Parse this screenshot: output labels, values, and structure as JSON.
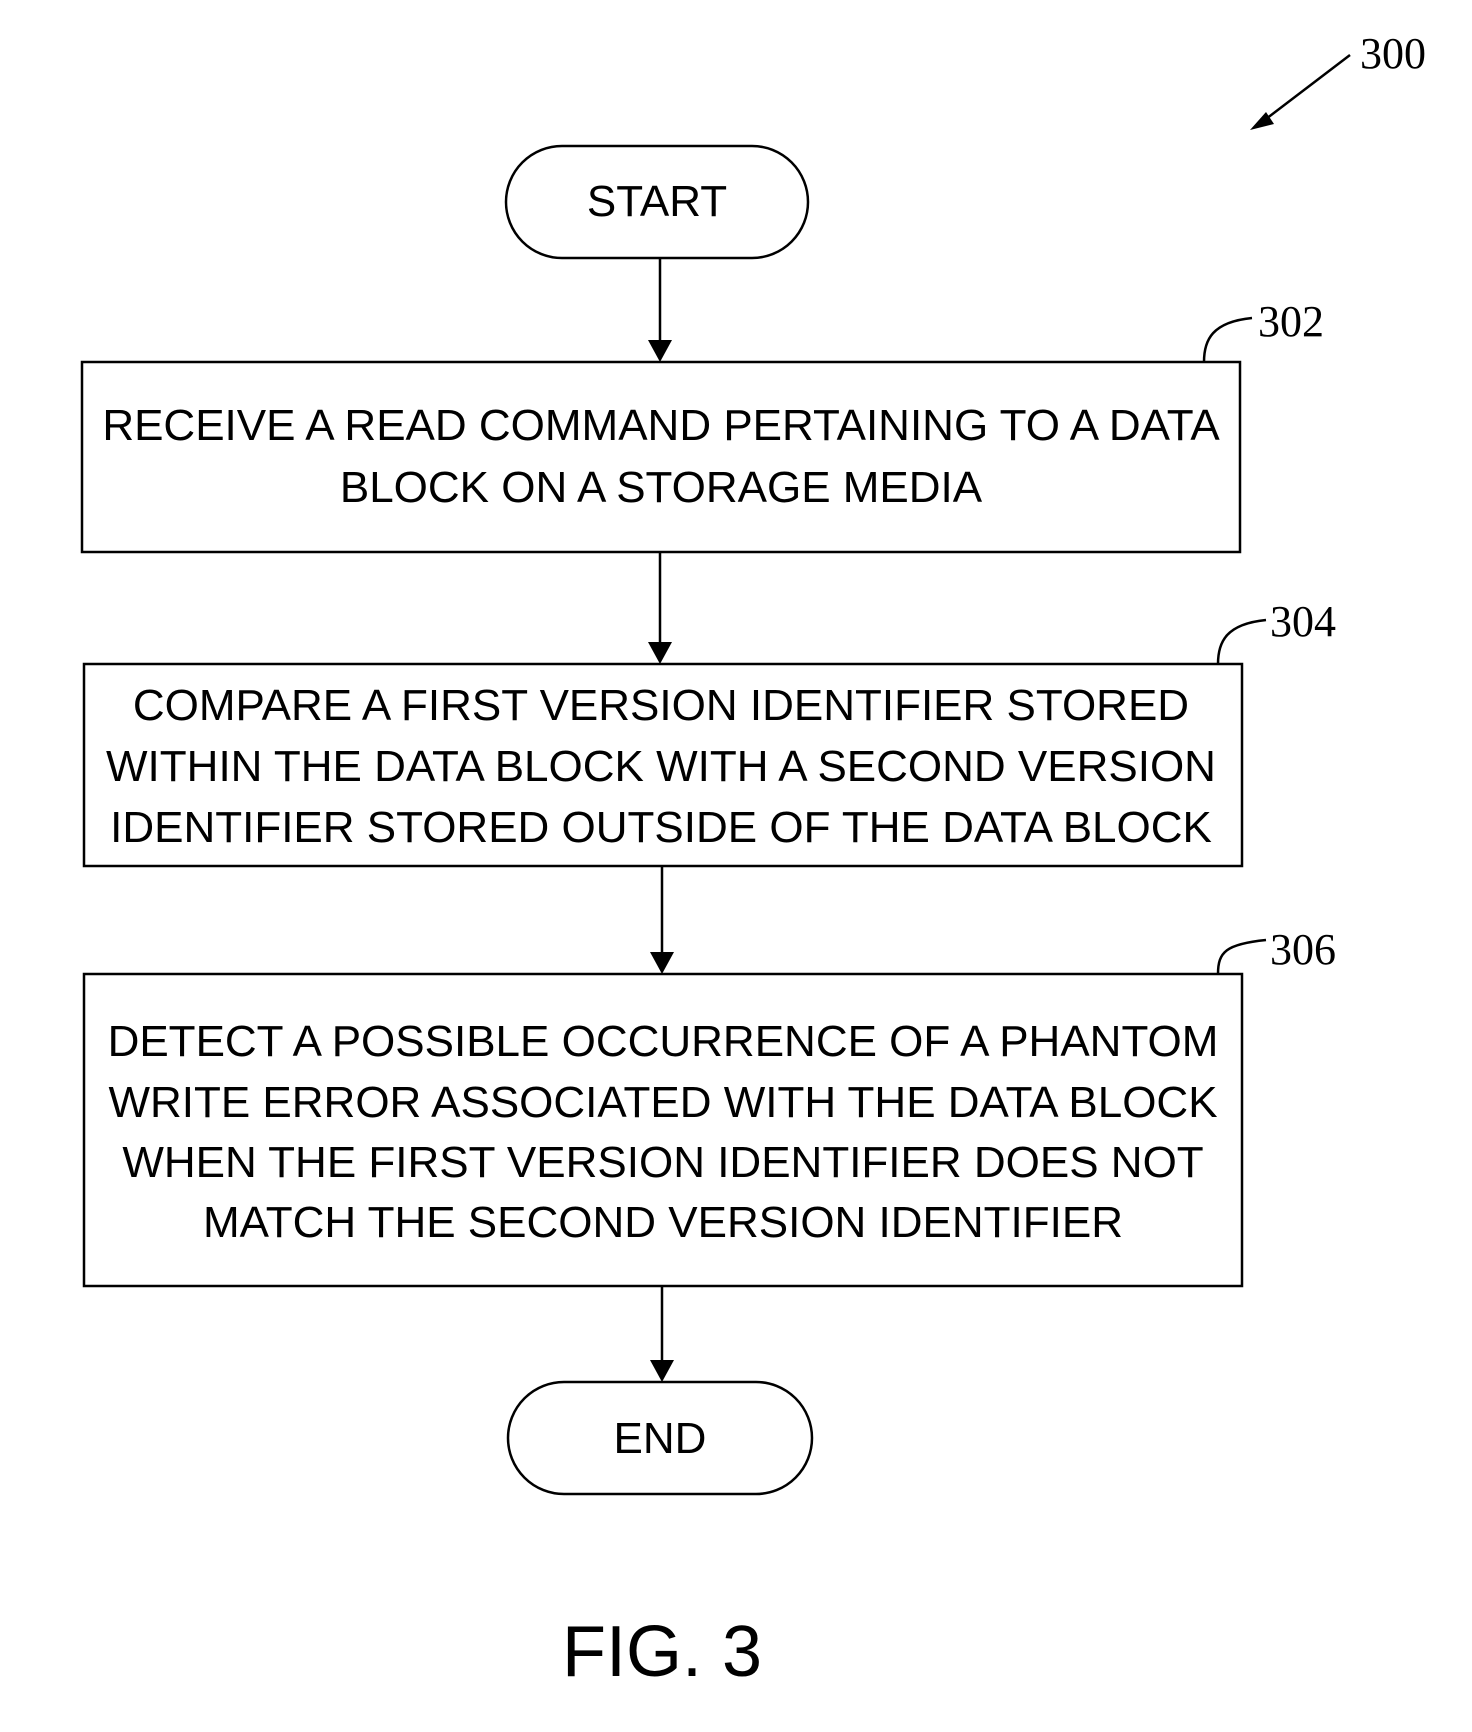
{
  "diagram": {
    "reference": "300",
    "start": {
      "label": "START"
    },
    "steps": [
      {
        "ref": "302",
        "lines": [
          "RECEIVE A READ COMMAND PERTAINING TO A DATA",
          "BLOCK ON  A STORAGE MEDIA"
        ]
      },
      {
        "ref": "304",
        "lines": [
          "COMPARE A FIRST VERSION IDENTIFIER STORED",
          "WITHIN THE DATA BLOCK WITH A SECOND VERSION",
          "IDENTIFIER STORED OUTSIDE OF THE DATA BLOCK"
        ]
      },
      {
        "ref": "306",
        "lines": [
          "DETECT A POSSIBLE OCCURRENCE OF A PHANTOM",
          "WRITE ERROR ASSOCIATED WITH THE DATA BLOCK",
          "WHEN THE FIRST VERSION IDENTIFIER DOES NOT",
          "MATCH THE SECOND VERSION IDENTIFIER"
        ]
      }
    ],
    "end": {
      "label": "END"
    },
    "caption": "FIG. 3"
  }
}
